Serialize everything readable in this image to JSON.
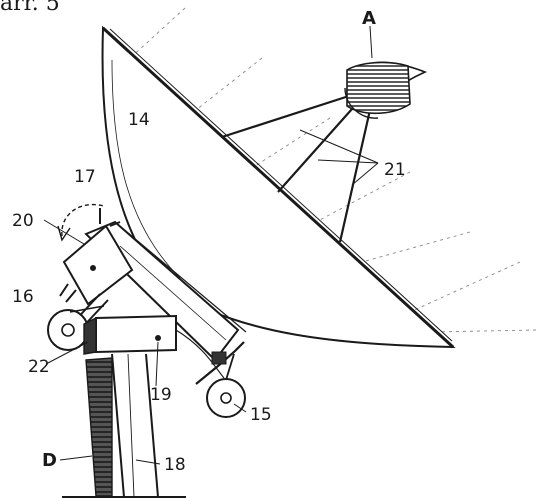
{
  "header_fragment": "arr. 5",
  "labels": {
    "A": "A",
    "D": "D",
    "l14": "14",
    "l15": "15",
    "l16": "16",
    "l17": "17",
    "l18": "18",
    "l19": "19",
    "l20": "20",
    "l21": "21",
    "l22": "22"
  }
}
